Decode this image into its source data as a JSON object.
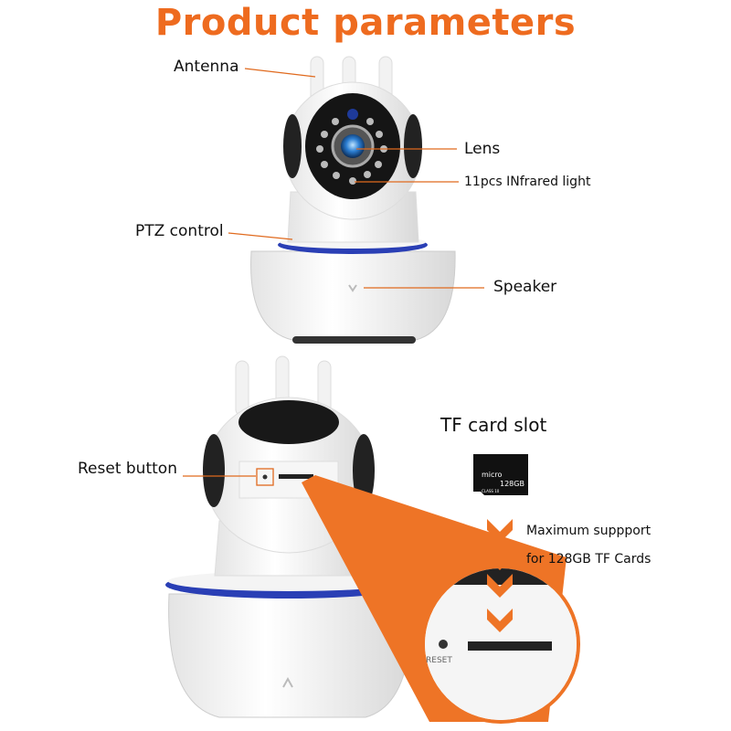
{
  "title": "Product parameters",
  "top_labels": {
    "antenna": "Antenna",
    "lens": "Lens",
    "infrared": "11pcs INfrared light",
    "ptz": "PTZ control",
    "speaker": "Speaker"
  },
  "bottom_labels": {
    "reset": "Reset button",
    "tf_slot": "TF card slot",
    "max_line1": "Maximum suppport",
    "max_line2": "for 128GB TF Cards",
    "reset_print": "RESET"
  },
  "sd_card": {
    "brand": "micro",
    "capacity": "128GB",
    "class": "CLASS 10"
  },
  "colors": {
    "accent": "#ee6b1f",
    "ring": "#2a3fb5"
  }
}
